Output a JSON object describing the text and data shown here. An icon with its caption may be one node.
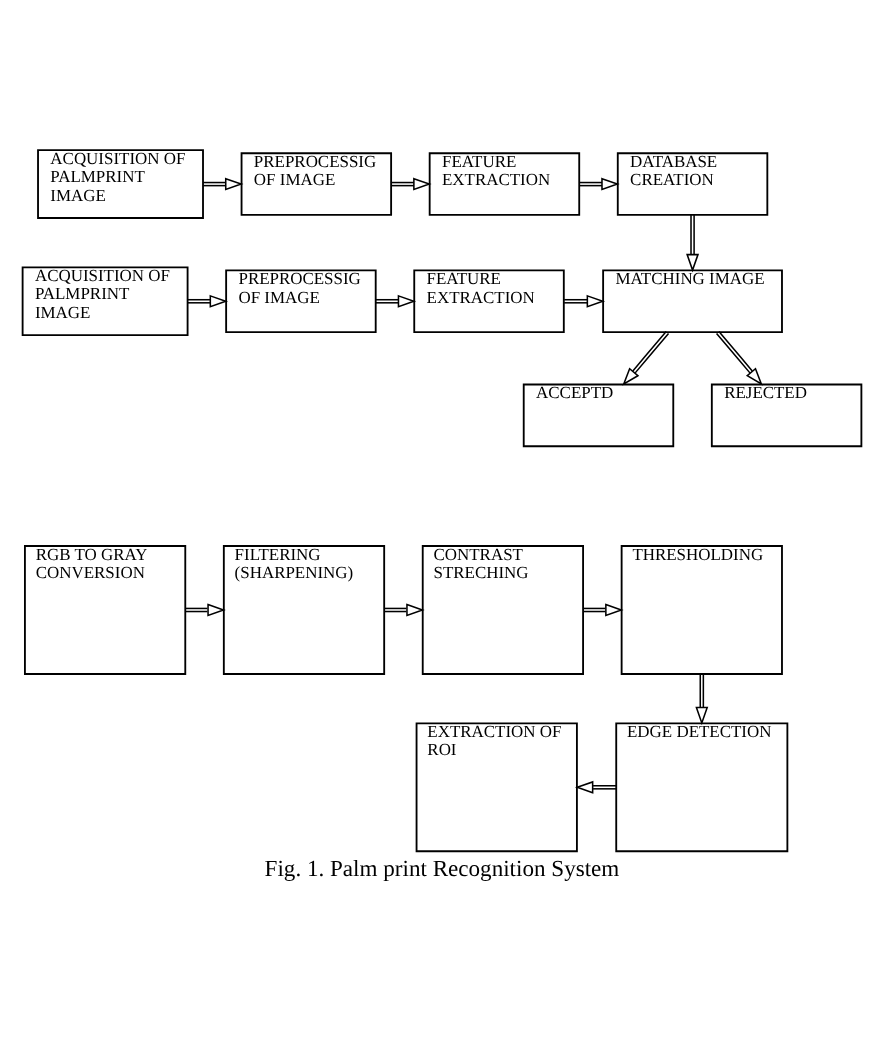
{
  "diagram": {
    "caption": "Fig. 1. Palm print Recognition System",
    "nodes": [
      {
        "text": [
          "ACQUISITION OF PALMPRINT IMAGE"
        ]
      },
      {
        "text": [
          "PREPROCESSIG OF IMAGE"
        ]
      },
      {
        "text": [
          "FEATURE EXTRACTION"
        ]
      },
      {
        "text": [
          "DATABASE CREATION"
        ]
      },
      {
        "text": [
          "ACQUISITION OF PALMPRINT IMAGE"
        ]
      },
      {
        "text": [
          "PREPROCESSIG OF IMAGE"
        ]
      },
      {
        "text": [
          "FEATURE EXTRACTION"
        ]
      },
      {
        "text": [
          "MATCHING IMAGE"
        ]
      },
      {
        "text": [
          "ACCEPTD"
        ]
      },
      {
        "text": [
          "REJECTED"
        ]
      },
      {
        "text": [
          "RGB TO GRAY CONVERSION"
        ]
      },
      {
        "text": [
          "FILTERING (SHARPENING)"
        ]
      },
      {
        "text": [
          "CONTRAST STRECHING"
        ]
      },
      {
        "text": [
          "THRESHOLDING"
        ]
      },
      {
        "text": [
          "EXTRACTION OF ROI"
        ]
      },
      {
        "text": [
          "EDGE DETECTION"
        ]
      }
    ],
    "edges": [
      {
        "from": 0,
        "to": 1,
        "arrow": "to"
      },
      {
        "from": 1,
        "to": 2,
        "arrow": "to"
      },
      {
        "from": 2,
        "to": 3,
        "arrow": "to"
      },
      {
        "from": 3,
        "to": 7,
        "arrow": "to"
      },
      {
        "from": 4,
        "to": 5,
        "arrow": "to"
      },
      {
        "from": 5,
        "to": 6,
        "arrow": "to"
      },
      {
        "from": 6,
        "to": 7,
        "arrow": "to"
      },
      {
        "from": 7,
        "to": 8,
        "arrow": "to"
      },
      {
        "from": 7,
        "to": 9,
        "arrow": "to"
      },
      {
        "from": 10,
        "to": 11,
        "arrow": "to"
      },
      {
        "from": 11,
        "to": 12,
        "arrow": "to"
      },
      {
        "from": 12,
        "to": 13,
        "arrow": "to"
      },
      {
        "from": 13,
        "to": 15,
        "arrow": "to"
      },
      {
        "from": 15,
        "to": 14,
        "arrow": "to"
      }
    ]
  }
}
